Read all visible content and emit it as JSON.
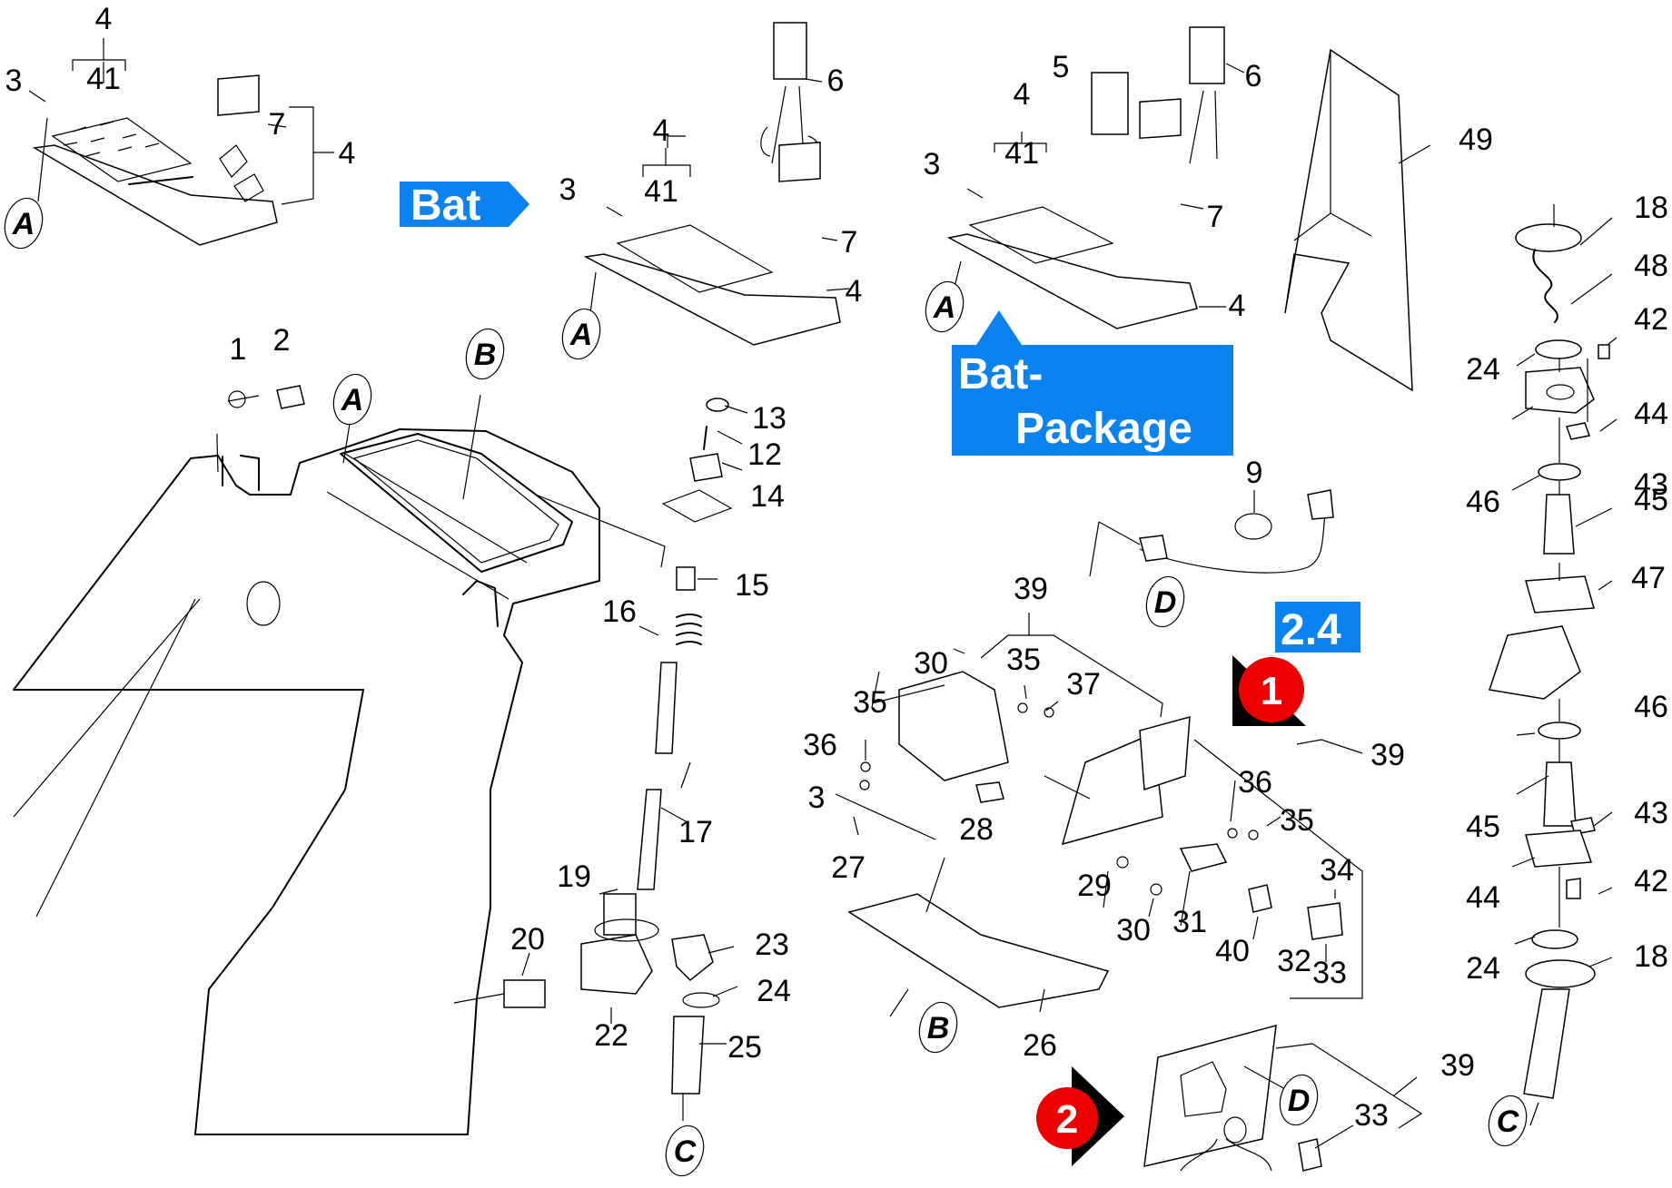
{
  "diagram": {
    "title": "Exploded parts diagram — control panel, tank and valve assembly",
    "colors": {
      "tag_blue": "#0a82f0",
      "marker_red": "#ee0000",
      "line": "#000000",
      "background": "#ffffff"
    },
    "tags": [
      {
        "id": "bat",
        "lines": [
          "Bat"
        ],
        "shape": "arrow-right"
      },
      {
        "id": "bat-package",
        "lines": [
          "Bat-",
          "Package"
        ],
        "shape": "arrow-up"
      },
      {
        "id": "ref-2-4",
        "lines": [
          "2.4"
        ],
        "shape": "box"
      }
    ],
    "markers": [
      {
        "id": "variant-1",
        "label": "1"
      },
      {
        "id": "variant-2",
        "label": "2"
      }
    ],
    "reference_letters": [
      "A",
      "A",
      "A",
      "A",
      "B",
      "B",
      "C",
      "C",
      "D",
      "D"
    ],
    "callouts": {
      "panel_std": [
        "4",
        "41",
        "3",
        "7",
        "4"
      ],
      "panel_bat": [
        "6",
        "4",
        "41",
        "3",
        "7",
        "4"
      ],
      "panel_pkg": [
        "5",
        "6",
        "4",
        "41",
        "3",
        "7",
        "4"
      ],
      "cover": [
        "49"
      ],
      "tank": [
        "1",
        "2"
      ],
      "knob": [
        "13",
        "12",
        "14",
        "15",
        "16",
        "17"
      ],
      "valve": [
        "19",
        "20",
        "23",
        "24",
        "22",
        "25"
      ],
      "harness": [
        "9"
      ],
      "electrics": [
        "39",
        "30",
        "35",
        "37",
        "35",
        "36",
        "3",
        "28",
        "27",
        "26",
        "29",
        "30",
        "31",
        "40",
        "32",
        "33",
        "34",
        "36",
        "35",
        "39"
      ],
      "board2": [
        "39",
        "33"
      ],
      "column": [
        "18",
        "48",
        "42",
        "24",
        "44",
        "43",
        "46",
        "45",
        "47",
        "46",
        "45",
        "43",
        "44",
        "42",
        "24",
        "18"
      ]
    }
  }
}
